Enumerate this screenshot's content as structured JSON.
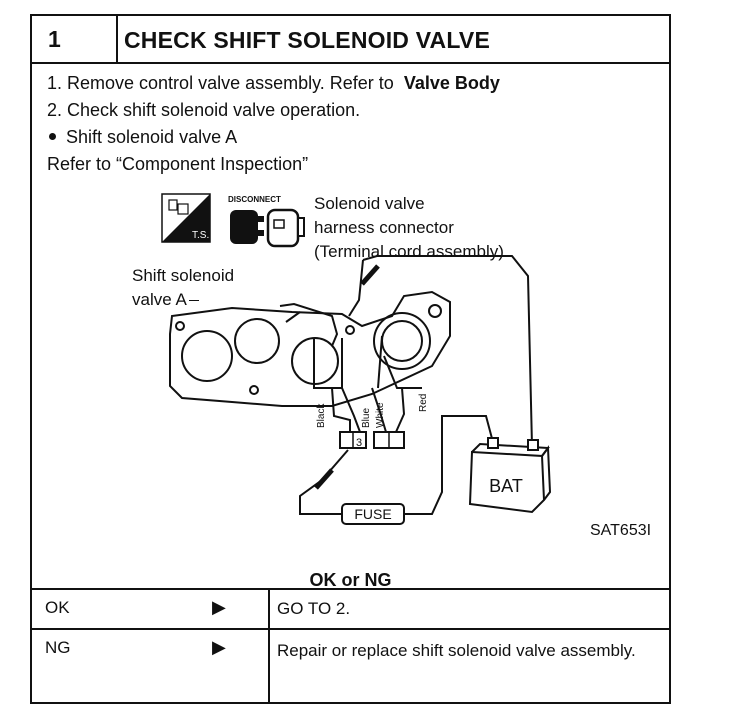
{
  "header": {
    "step_number": "1",
    "title": "CHECK SHIFT SOLENOID VALVE"
  },
  "instructions": {
    "line1_text": "1.  Remove control valve assembly. Refer to",
    "line1_ref": "Valve Body",
    "line2": "2.  Check shift solenoid valve operation.",
    "line3": "Shift solenoid valve A",
    "line4": "Refer to “Component Inspection”"
  },
  "figure": {
    "disconnect_label": "DISCONNECT",
    "ts_label": "T.S.",
    "connector_label_1": "Solenoid valve",
    "connector_label_2": "harness connector",
    "connector_label_3": "(Terminal cord assembly)",
    "solenoid_label_1": "Shift solenoid",
    "solenoid_label_2": "valve A",
    "wire_black": "Black",
    "wire_blue": "Blue",
    "wire_white": "White",
    "wire_red": "Red",
    "terminal_3": "3",
    "battery": "BAT",
    "fuse": "FUSE",
    "code": "SAT653I"
  },
  "result": {
    "heading": "OK or NG",
    "rows": [
      {
        "key": "OK",
        "value": "GO TO 2."
      },
      {
        "key": "NG",
        "value": "Repair or replace shift solenoid valve assembly."
      }
    ],
    "arrow": "▶"
  }
}
